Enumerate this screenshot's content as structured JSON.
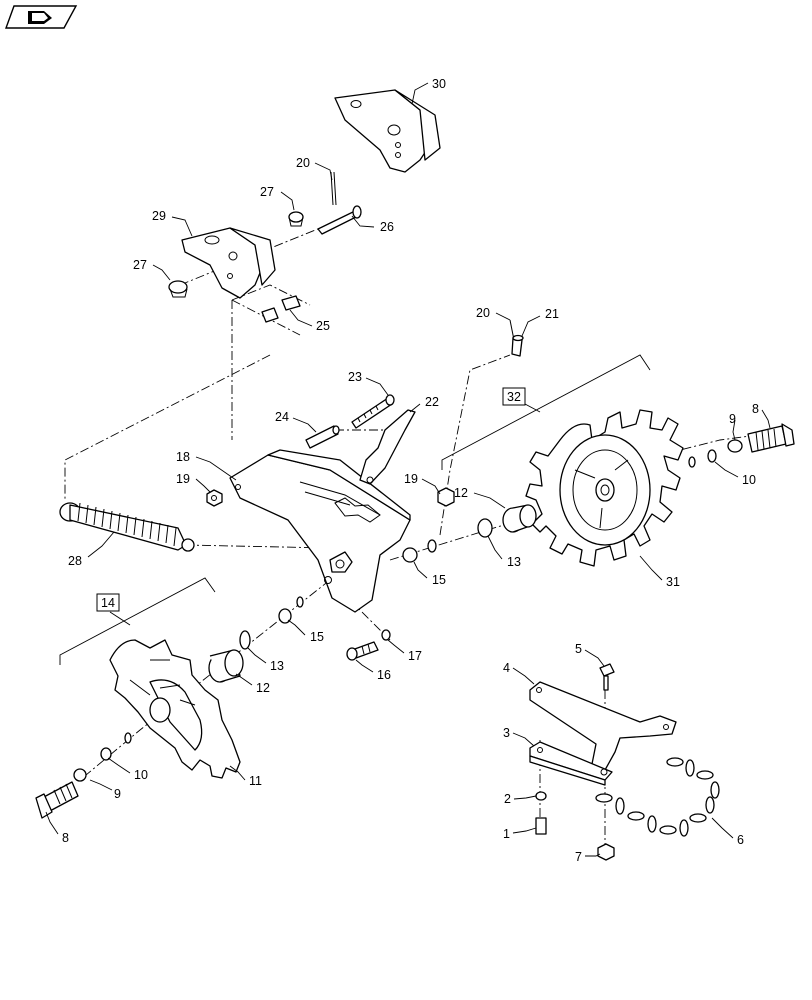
{
  "callouts": {
    "c1": "1",
    "c2": "2",
    "c3": "3",
    "c4": "4",
    "c5": "5",
    "c6": "6",
    "c7": "7",
    "c8a": "8",
    "c8b": "8",
    "c9a": "9",
    "c9b": "9",
    "c10a": "10",
    "c10b": "10",
    "c11": "11",
    "c12a": "12",
    "c12b": "12",
    "c13a": "13",
    "c13b": "13",
    "c14": "14",
    "c15a": "15",
    "c15b": "15",
    "c16": "16",
    "c17": "17",
    "c18": "18",
    "c19a": "19",
    "c19b": "19",
    "c20a": "20",
    "c20b": "20",
    "c21": "21",
    "c22": "22",
    "c23": "23",
    "c24": "24",
    "c25": "25",
    "c26": "26",
    "c27a": "27",
    "c27b": "27",
    "c28": "28",
    "c29": "29",
    "c30": "30",
    "c31": "31",
    "c32": "32"
  },
  "icons": {
    "corner_badge": "navigation-arrow-icon"
  }
}
